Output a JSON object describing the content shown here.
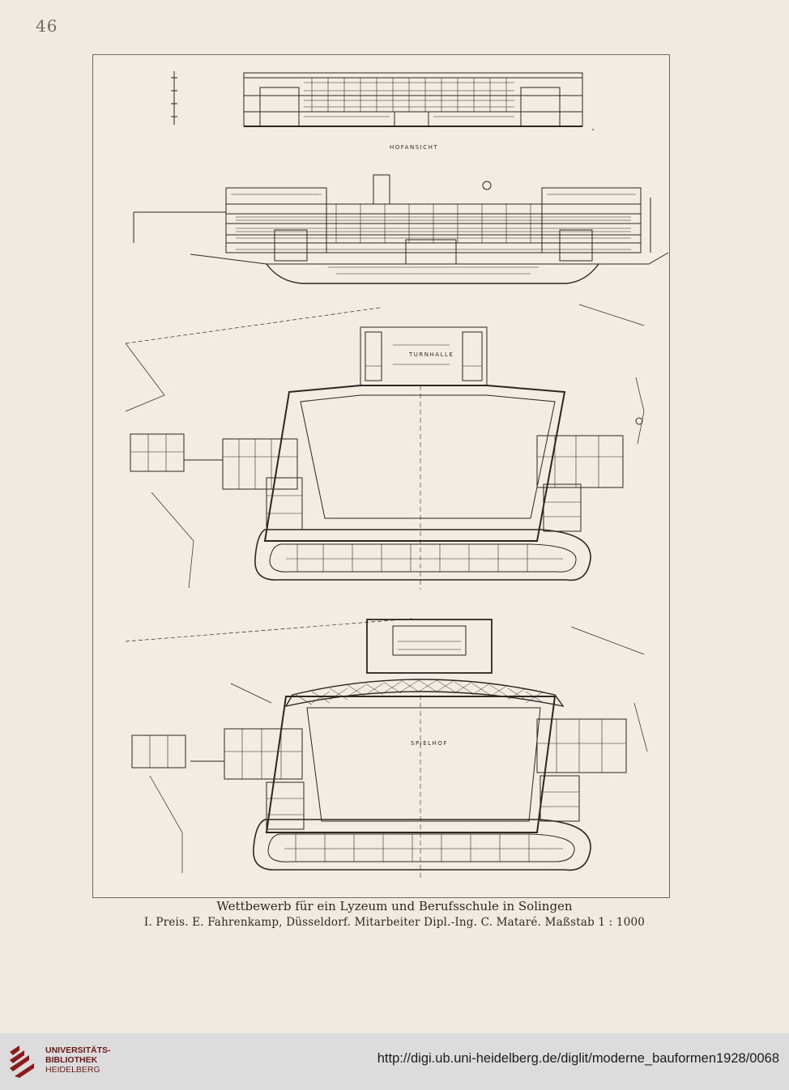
{
  "page": {
    "number": "46"
  },
  "plate": {
    "section_label": "HOFANSICHT",
    "gym_label": "TURNHALLE",
    "playground_label": "SPIELHOF"
  },
  "caption": {
    "title": "Wettbewerb für ein Lyzeum und Berufsschule in Solingen",
    "subtitle": "I. Preis. E. Fahrenkamp, Düsseldorf. Mitarbeiter Dipl.-Ing. C. Mataré. Maßstab 1 : 1000"
  },
  "footer": {
    "logo_lines": [
      "UNIVERSITÄTS-",
      "BIBLIOTHEK",
      "HEIDELBERG"
    ],
    "logo_color": "#8b1a1a",
    "url": "http://digi.ub.uni-heidelberg.de/diglit/moderne_bauformen1928/0068"
  }
}
